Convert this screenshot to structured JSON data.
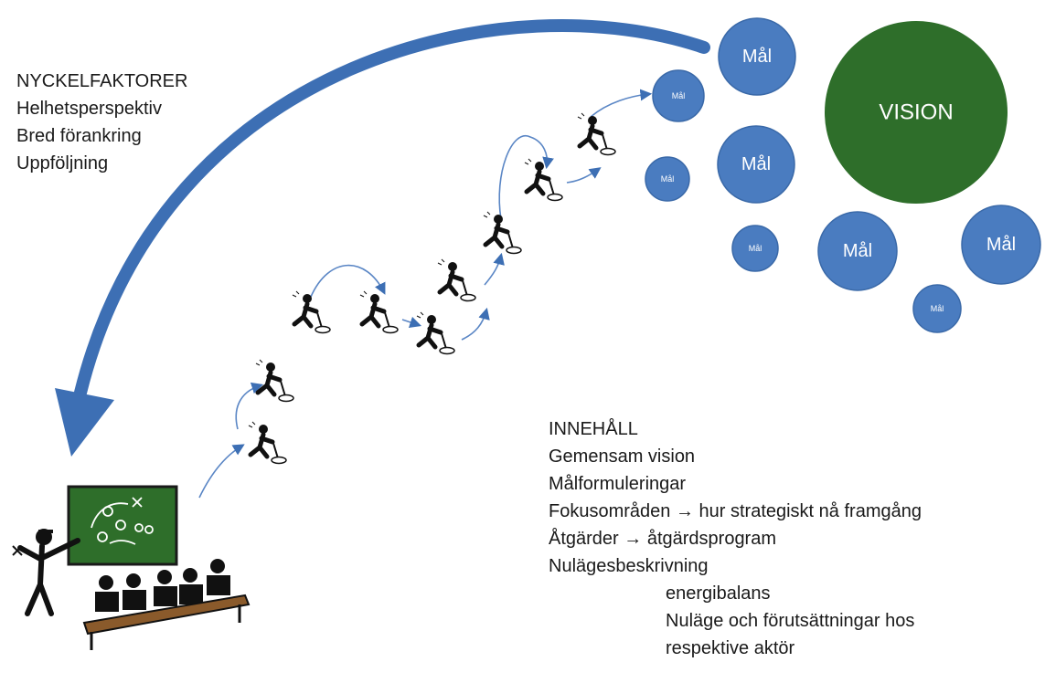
{
  "key_factors": {
    "heading": "NYCKELFAKTORER",
    "items": [
      "Helhetsperspektiv",
      "Bred förankring",
      "Uppföljning"
    ]
  },
  "vision": {
    "label": "VISION",
    "color": "#2e6e2a"
  },
  "goal_color": "#4a7cc0",
  "goals": [
    {
      "label": "Mål",
      "size": "small"
    },
    {
      "label": "Mål",
      "size": "large"
    },
    {
      "label": "Mål",
      "size": "small"
    },
    {
      "label": "Mål",
      "size": "large"
    },
    {
      "label": "Mål",
      "size": "small"
    },
    {
      "label": "Mål",
      "size": "large"
    },
    {
      "label": "Mål",
      "size": "large"
    },
    {
      "label": "Mål",
      "size": "small"
    }
  ],
  "arrow_color": "#3d6fb4",
  "content": {
    "heading": "INNEHÅLL",
    "items": [
      {
        "text": "Gemensam vision",
        "indent": false
      },
      {
        "text": "Målformuleringar",
        "indent": false
      },
      {
        "text": "Fokusområden → hur strategiskt nå framgång",
        "indent": false
      },
      {
        "text": "Åtgärder → åtgärdsprogram",
        "indent": false
      },
      {
        "text": "Nulägesbeskrivning",
        "indent": false
      },
      {
        "text": "energibalans",
        "indent": true
      },
      {
        "text": "Nuläge och förutsättningar hos",
        "indent": true
      },
      {
        "text": "respektive aktör",
        "indent": true
      }
    ]
  },
  "illustrations": {
    "teacher_icon": "teacher-at-board-icon",
    "climber_icon": "pushing-figure-icon"
  }
}
